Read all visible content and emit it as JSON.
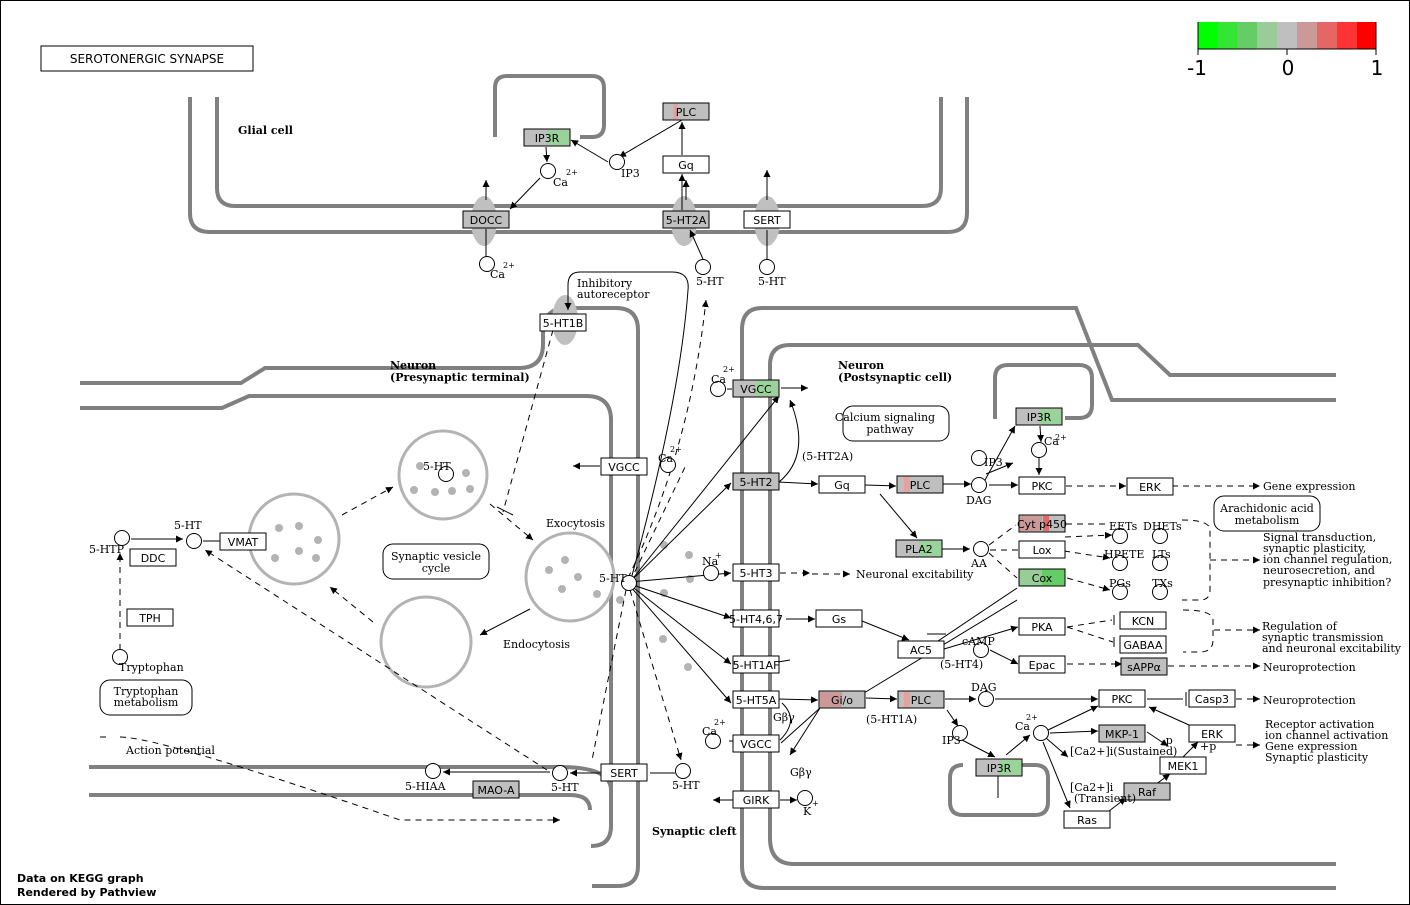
{
  "title": "SEROTONERGIC SYNAPSE",
  "legend": {
    "colors": [
      "#00ff00",
      "#33e633",
      "#66cc66",
      "#99cc99",
      "#bfbfbf",
      "#cc9999",
      "#e66666",
      "#ff3333",
      "#ff0000"
    ],
    "labels": [
      "-1",
      "0",
      "1"
    ]
  },
  "footer": {
    "line1": "Data on KEGG graph",
    "line2": "Rendered by  Pathview"
  },
  "compartments": {
    "glial": "Glial cell",
    "pre_1": "Neuron",
    "pre_2": "(Presynaptic terminal)",
    "post_1": "Neuron",
    "post_2": "(Postsynaptic cell)",
    "cleft": "Synaptic cleft"
  },
  "gene_colors": {
    "gray": "#bfbfbf",
    "green": "#99d399",
    "green2": "#66cc66",
    "red": "#cc9999",
    "pink": "#e6a0a0",
    "white": "#ffffff"
  },
  "genes": {
    "g_ip3r": "IP3R",
    "g_plc": "PLC",
    "g_gq": "Gq",
    "g_docc": "DOCC",
    "g_5ht2a": "5-HT2A",
    "g_sert": "SERT",
    "g_5ht1b": "5-HT1B",
    "g_vgcc_post": "VGCC",
    "g_vgcc_pre": "VGCC",
    "g_5ht2": "5-HT2",
    "g_gq2": "Gq",
    "g_plc2": "PLC",
    "g_ip3r2": "IP3R",
    "g_pkc": "PKC",
    "g_erk": "ERK",
    "g_cyp450": "Cyt p450",
    "g_pla2": "PLA2",
    "g_lox": "Lox",
    "g_cox": "Cox",
    "g_5ht3": "5-HT3",
    "g_5ht467": "5-HT4,6,7",
    "g_gs": "Gs",
    "g_ac5": "AC5",
    "g_pka": "PKA",
    "g_kcn": "KCN",
    "g_gabaa": "GABAA",
    "g_epac": "Epac",
    "g_sappa": "sAPPα",
    "g_5ht1af": "5-HT1AF",
    "g_5ht5a": "5-HT5A",
    "g_gio": "Gi/o",
    "g_plc3": "PLC",
    "g_pkc2": "PKC",
    "g_casp3": "Casp3",
    "g_mkp1": "MKP-1",
    "g_erk2": "ERK",
    "g_mek1": "MEK1",
    "g_raf": "Raf",
    "g_ras": "Ras",
    "g_ip3r3": "IP3R",
    "g_vgcc3": "VGCC",
    "g_girk": "GIRK",
    "g_sert2": "SERT",
    "g_maoa": "MAO-A",
    "g_vmat": "VMAT",
    "g_ddc": "DDC",
    "g_tph": "TPH"
  },
  "compounds": {
    "ca1": "Ca",
    "ca1_sup": "2+",
    "ip3_1": "IP3",
    "ca2": "Ca",
    "ca2_sup": "2+",
    "ht_1": "5-HT",
    "ht_2": "5-HT",
    "ca3": "Ca",
    "ca3_sup": "2+",
    "ca4": "Ca",
    "ca4_sup": "2+",
    "ca5": "Ca",
    "ca5_sup": "2+",
    "ip3_2": "IP3",
    "dag1": "DAG",
    "aa": "AA",
    "na": "Na",
    "na_sup": "+",
    "ht_center": "5-HT",
    "ht_ves": "5-HT",
    "htp": "5-HTP",
    "ht_vmat": "5-HT",
    "tryptophan": "Tryptophan",
    "hiaa": "5-HIAA",
    "ht_sert": "5-HT",
    "ht_cleft": "5-HT",
    "k": "K",
    "k_sup": "+",
    "camp": "cAMP",
    "dag2": "DAG",
    "ip3_3": "IP3",
    "ca6": "Ca",
    "ca6_sup": "2+",
    "eets": "EETs",
    "dhets": "DHETs",
    "hpete": "HPETE",
    "lts": "LTs",
    "pgs": "PGs",
    "txs": "TXs"
  },
  "maps": {
    "calcium": [
      "Calcium signaling",
      "pathway"
    ],
    "synvesicle": [
      "Synaptic vesicle",
      "cycle"
    ],
    "tryptophan": [
      "Tryptophan",
      "metabolism"
    ],
    "arachidonic": [
      "Arachidonic acid",
      "metabolism"
    ]
  },
  "labels": {
    "inhib_1": "Inhibitory",
    "inhib_2": "autoreceptor",
    "exocytosis": "Exocytosis",
    "endocytosis": "Endocytosis",
    "action_potential": "Action potential",
    "r_5ht2a": "(5-HT2A)",
    "r_5ht4": "(5-HT4)",
    "r_5ht1a": "(5-HT1A)",
    "gbg1": "Gβγ",
    "gbg2": "Gβγ",
    "neuro_exc": "Neuronal excitability",
    "gene_expr": "Gene expression",
    "sig_1": "Signal transduction,",
    "sig_2": "synaptic plasticity,",
    "sig_3": "ion channel regulation,",
    "sig_4": "neurosecretion, and",
    "sig_5": "presynaptic inhibition?",
    "reg_1": "Regulation of",
    "reg_2": "synaptic transmission",
    "reg_3": "and neuronal excitability",
    "neuroprot1": "Neuroprotection",
    "neuroprot2": "Neuroprotection",
    "rec_1": "Receptor activation",
    "rec_2": "ion channel activation",
    "rec_3": "Gene expression",
    "rec_4": "Synaptic plasticity",
    "ca_sust": "[Ca2+]i(Sustained)",
    "ca_trans_1": "[Ca2+]i",
    "ca_trans_2": "(Transient)",
    "minus_p": "-p",
    "plus_p": "+p"
  }
}
